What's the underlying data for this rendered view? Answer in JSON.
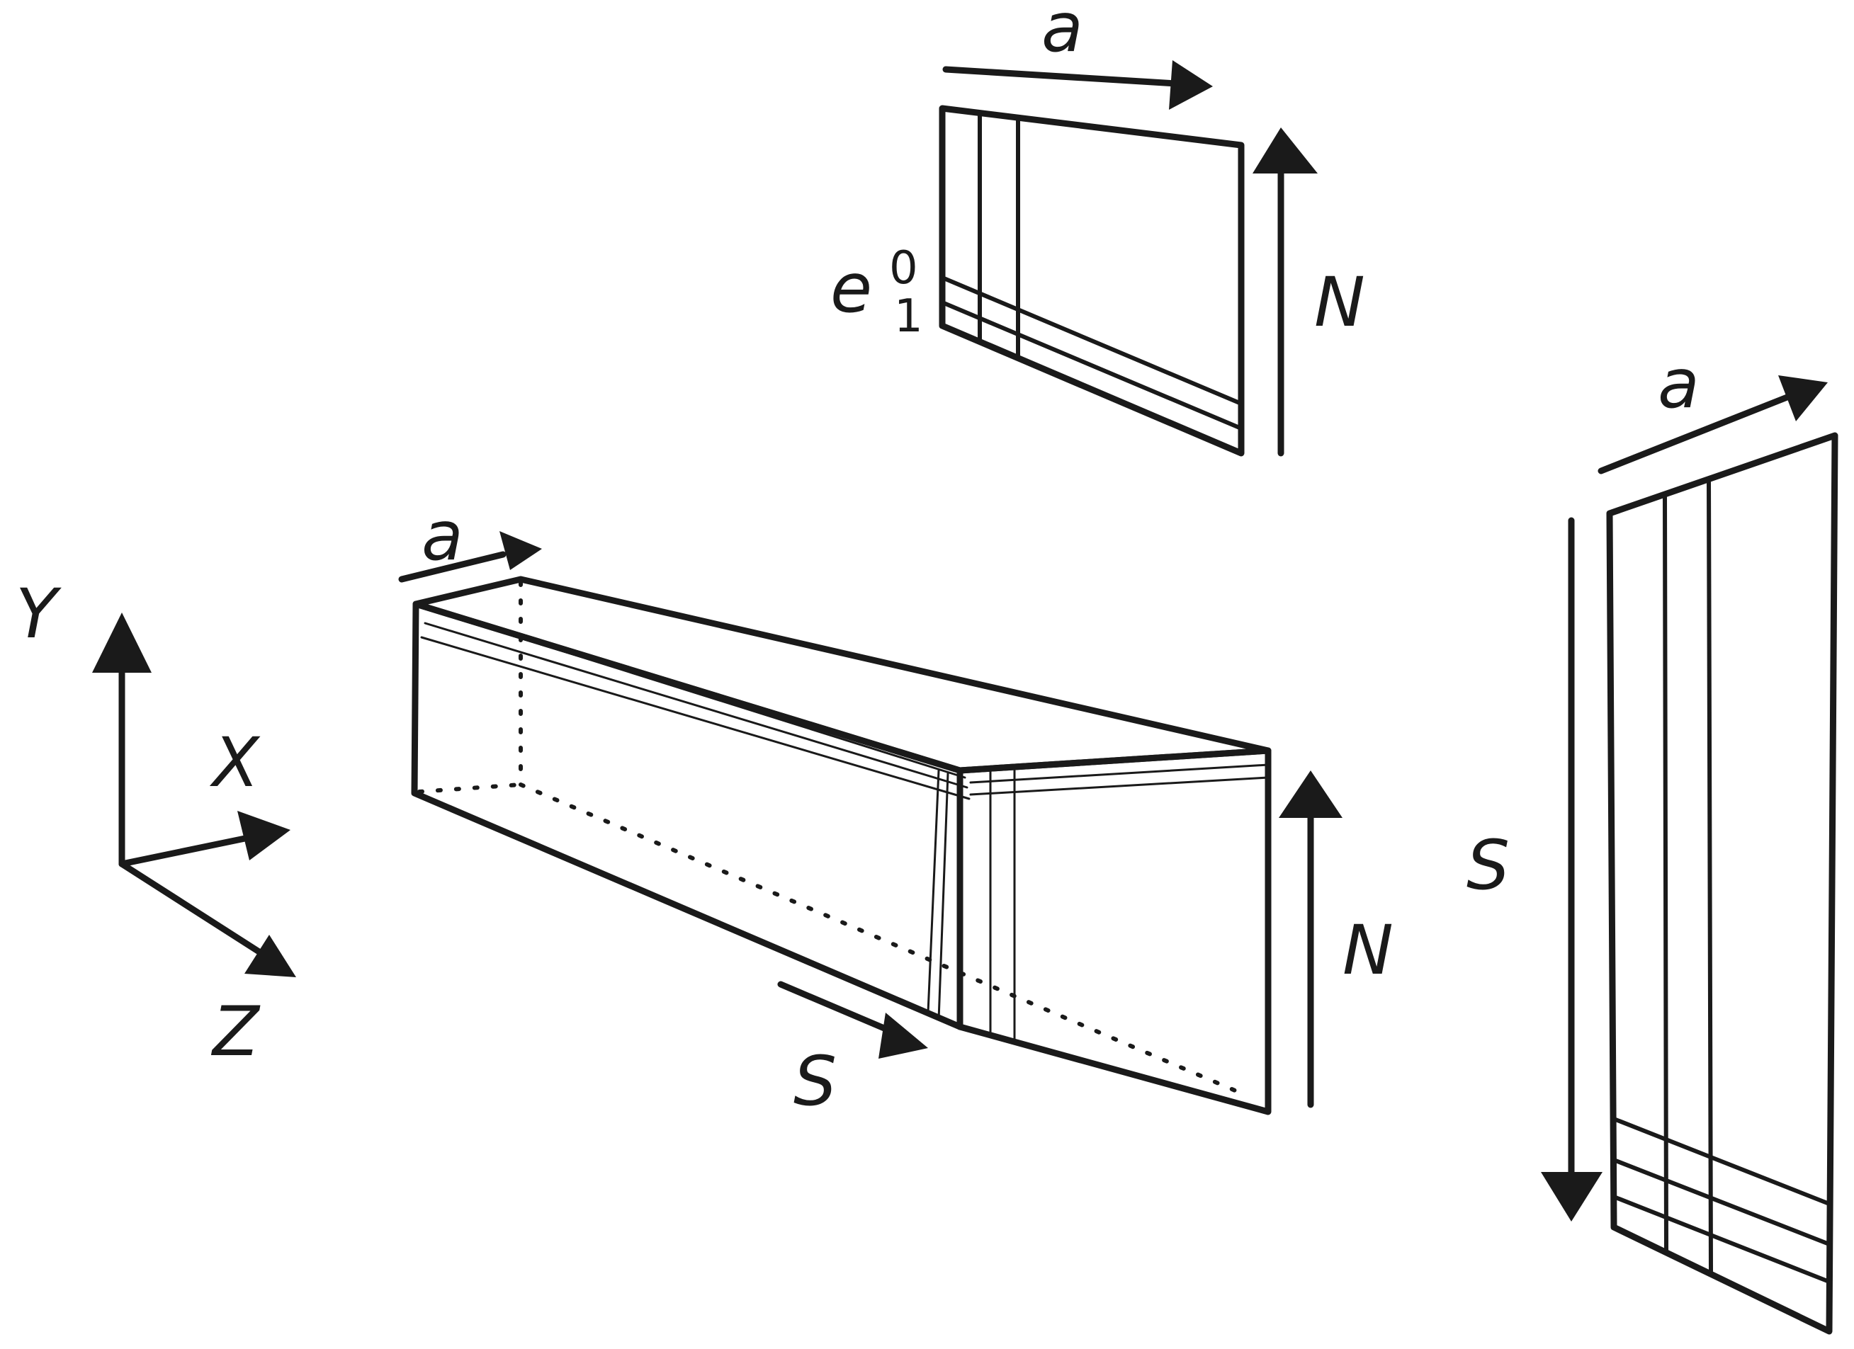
{
  "axes": {
    "y": "Y",
    "x": "X",
    "z": "Z"
  },
  "top_panel": {
    "a": "a",
    "n": "N",
    "e": "e",
    "e_sup": "0",
    "e_sub": "1"
  },
  "prism": {
    "a": "a",
    "s": "S",
    "n": "N"
  },
  "right_panel": {
    "a": "a",
    "s": "S"
  },
  "colors": {
    "ink": "#1a1a1a",
    "background": "#ffffff"
  }
}
